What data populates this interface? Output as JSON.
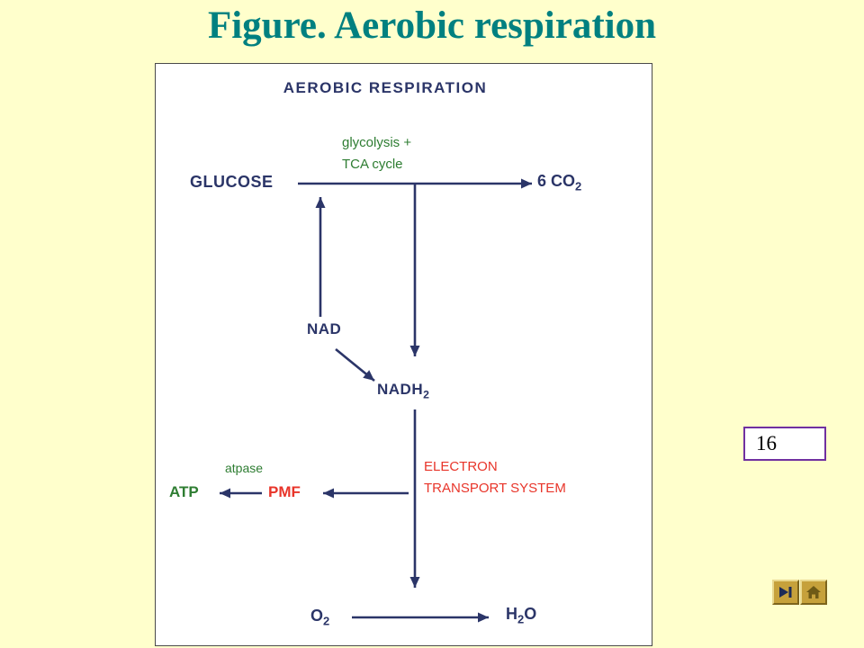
{
  "colors": {
    "background": "#FFFFCC",
    "title_teal": "#008080",
    "diagram_navy": "#2b3568",
    "label_green": "#2e7d32",
    "label_red": "#e8352a",
    "page_box_border": "#7030a0",
    "nav_gold": "#c6a13b"
  },
  "slide": {
    "title": "Figure. Aerobic respiration",
    "page_number": "16"
  },
  "diagram": {
    "title": "AEROBIC RESPIRATION",
    "labels": {
      "glycolysis_line1": "glycolysis +",
      "glycolysis_line2": "TCA cycle",
      "glucose": "GLUCOSE",
      "co2_main": "6 CO",
      "co2_sub": "2",
      "nad": "NAD",
      "nadh_main": "NADH",
      "nadh_sub": "2",
      "ets_line1": "ELECTRON",
      "ets_line2": "TRANSPORT SYSTEM",
      "atpase": "atpase",
      "atp": "ATP",
      "pmf": "PMF",
      "o2_main": "O",
      "o2_sub": "2",
      "h2o_h": "H",
      "h2o_sub": "2",
      "h2o_o": "O"
    }
  },
  "nav": {
    "icons": [
      "skip-end-icon",
      "home-icon"
    ]
  }
}
